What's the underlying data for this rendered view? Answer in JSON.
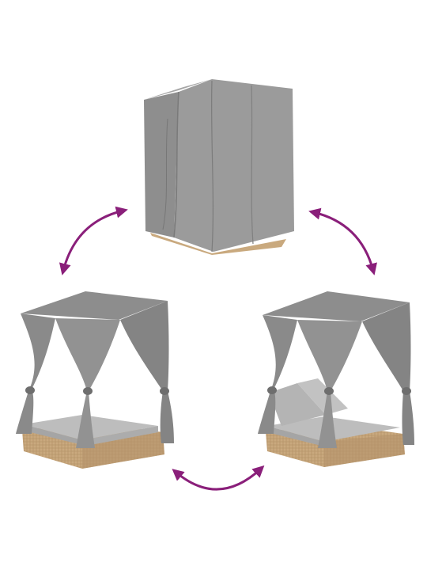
{
  "colors": {
    "background": "#ffffff",
    "arrow": "#8a1f7a",
    "fabric_light": "#9a9a9a",
    "fabric_mid": "#868686",
    "fabric_dark": "#6e6e6e",
    "cushion": "#b9b9b9",
    "rattan": "#c9a97e",
    "rattan_dark": "#a8855a"
  },
  "panels": [
    {
      "state": "covered",
      "icon": "covered-daybed"
    },
    {
      "state": "curtains-open-flat",
      "icon": "canopy-daybed-flat"
    },
    {
      "state": "curtains-open-backrest-raised",
      "icon": "canopy-daybed-reclined"
    }
  ],
  "arrows": [
    {
      "icon": "curved-double-arrow",
      "between": [
        "covered",
        "curtains-open-flat"
      ]
    },
    {
      "icon": "curved-double-arrow",
      "between": [
        "covered",
        "curtains-open-backrest-raised"
      ]
    },
    {
      "icon": "curved-double-arrow",
      "between": [
        "curtains-open-flat",
        "curtains-open-backrest-raised"
      ]
    }
  ]
}
